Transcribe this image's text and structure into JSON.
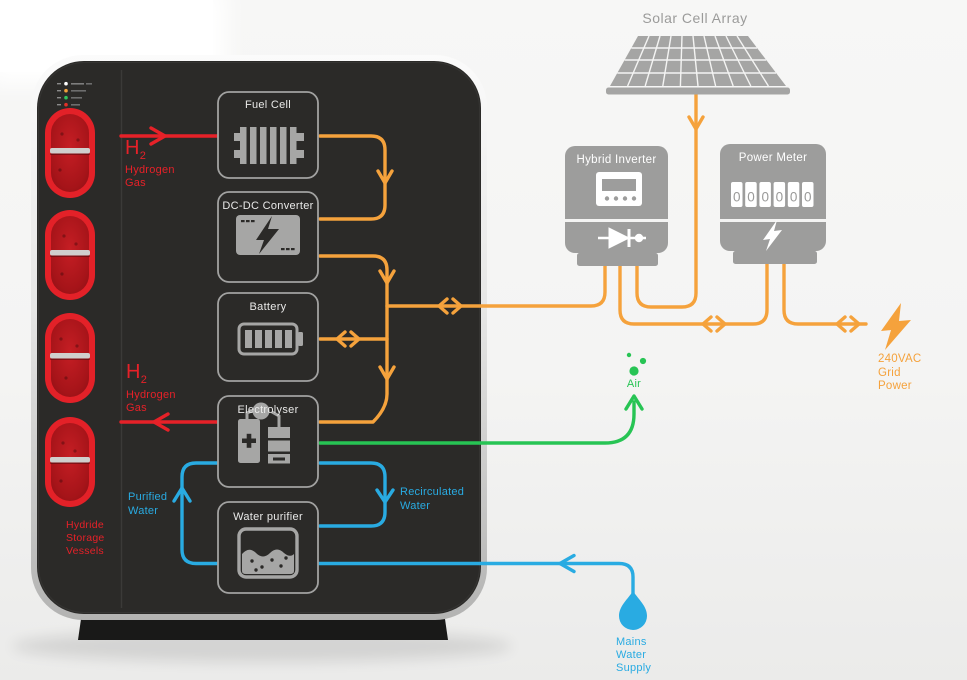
{
  "colors": {
    "orange": "#F5A23C",
    "red": "#E62128",
    "green": "#27C454",
    "blue": "#29ABE2",
    "gray": "#9D9D9C",
    "device_bg": "#2B2A28"
  },
  "solar": {
    "title": "Solar Cell Array"
  },
  "hybrid_inverter": {
    "title": "Hybrid Inverter"
  },
  "power_meter": {
    "title": "Power Meter",
    "digits": [
      "0",
      "0",
      "0",
      "0",
      "0",
      "0"
    ]
  },
  "grid_power": {
    "lines": [
      "240VAC",
      "Grid",
      "Power"
    ]
  },
  "air": {
    "label": "Air"
  },
  "mains_water": {
    "lines": [
      "Mains",
      "Water",
      "Supply"
    ]
  },
  "device": {
    "boxes": [
      {
        "label": "Fuel Cell"
      },
      {
        "label": "DC-DC Converter"
      },
      {
        "label": "Battery"
      },
      {
        "label": "Electrolyser"
      },
      {
        "label": "Water purifier"
      }
    ],
    "hydride_label": {
      "lines": [
        "Hydride",
        "Storage",
        "Vessels"
      ]
    },
    "h2_top": {
      "symbol": "H",
      "sub": "2",
      "lines": [
        "Hydrogen",
        "Gas"
      ]
    },
    "h2_bottom": {
      "symbol": "H",
      "sub": "2",
      "lines": [
        "Hydrogen",
        "Gas"
      ]
    }
  },
  "water_labels": {
    "purified": [
      "Purified",
      "Water"
    ],
    "recirculated": [
      "Recirculated",
      "Water"
    ]
  }
}
